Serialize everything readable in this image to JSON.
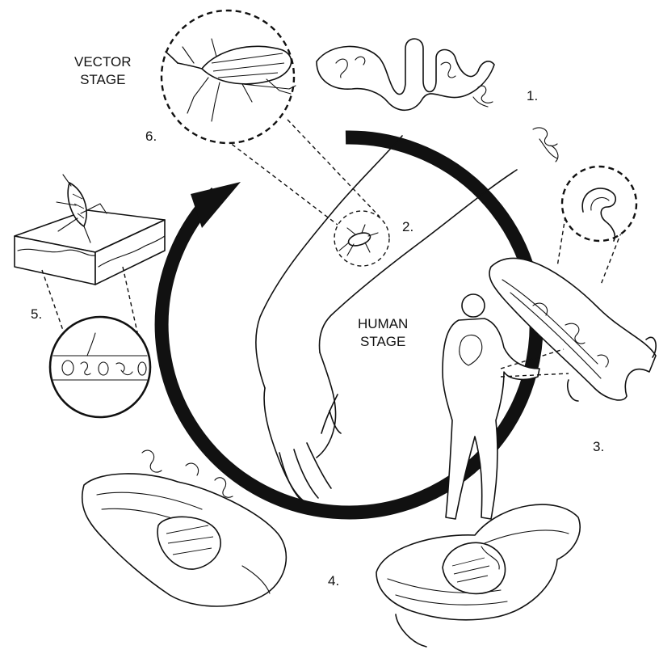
{
  "labels": {
    "vector_stage_line1": "VECTOR",
    "vector_stage_line2": "STAGE",
    "human_stage_line1": "HUMAN",
    "human_stage_line2": "STAGE"
  },
  "steps": {
    "s1": "1.",
    "s2": "2.",
    "s3": "3.",
    "s4": "4.",
    "s5": "5.",
    "s6": "6."
  },
  "colors": {
    "ink": "#111111",
    "background": "#ffffff"
  }
}
